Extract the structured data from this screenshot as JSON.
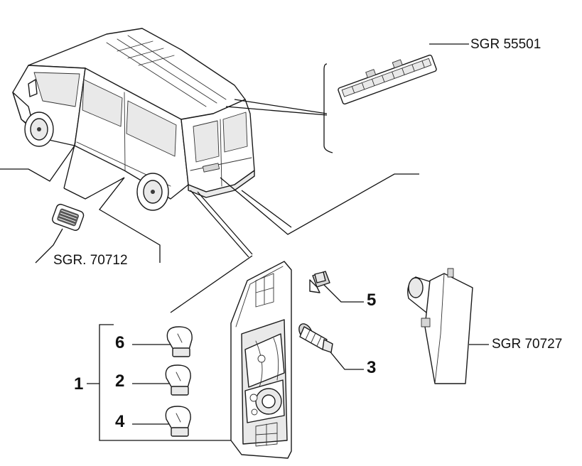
{
  "labels": {
    "sgr_55501": "SGR 55501",
    "sgr_70712": "SGR. 70712",
    "sgr_70727": "SGR 70727",
    "num_1": "1",
    "num_2": "2",
    "num_3": "3",
    "num_4": "4",
    "num_5": "5",
    "num_6": "6"
  },
  "icons": [
    "van-illustration",
    "third-brake-light",
    "side-marker-light",
    "tail-light-cluster",
    "bulb",
    "lamp-holder",
    "screw",
    "clearance-light"
  ]
}
